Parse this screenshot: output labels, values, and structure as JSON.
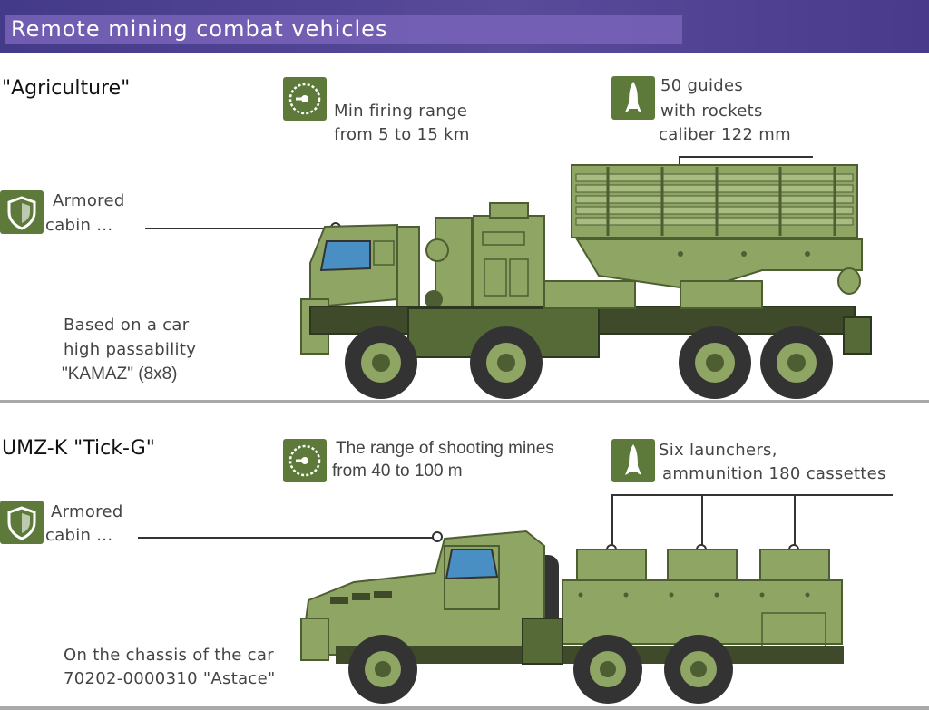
{
  "header": {
    "title": "Remote mining combat vehicles"
  },
  "system1": {
    "name": "\"Agriculture\"",
    "firing_range": {
      "line1": "Min firing range",
      "line2": "from 5 to 15 km",
      "icon": "gauge-icon"
    },
    "rockets": {
      "line1": "50 guides",
      "line2": "with rockets",
      "line3": "caliber 122 mm",
      "icon": "rocket-icon"
    },
    "cabin": {
      "line1": "Armored",
      "line2": "cabin ...",
      "icon": "shield-icon"
    },
    "chassis": {
      "line1": "Based on a car",
      "line2": "high passability",
      "line3": "\"KAMAZ\" (8x8)"
    }
  },
  "system2": {
    "name": "UMZ-K \"Tick-G\"",
    "firing_range": {
      "line1": "The range of shooting mines",
      "line2": "from 40 to 100 m",
      "icon": "gauge-icon"
    },
    "launchers": {
      "line1": "Six launchers,",
      "line2": "ammunition 180 cassettes",
      "icon": "rocket-icon"
    },
    "cabin": {
      "line1": "Armored",
      "line2": "cabin ...",
      "icon": "shield-icon"
    },
    "chassis": {
      "line1": "On the chassis of the car",
      "line2": "70202-0000310 \"Astace\""
    }
  },
  "colors": {
    "header": "#4a3d8f",
    "icon_bg": "#5d7a3a",
    "vehicle_green": "#8fa564",
    "vehicle_dark": "#4d5e33"
  }
}
